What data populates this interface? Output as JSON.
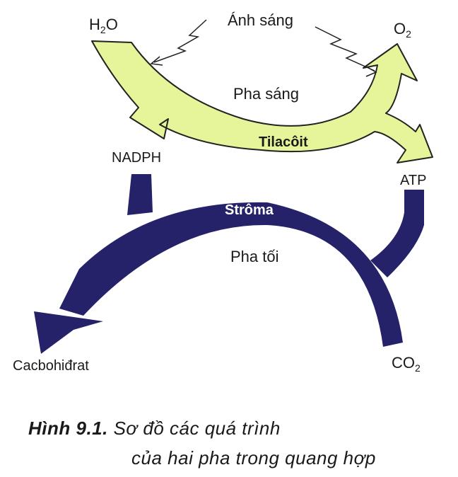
{
  "labels": {
    "h2o_base": "H",
    "h2o_sub": "2",
    "h2o_end": "O",
    "light": "Ánh sáng",
    "o2_base": "O",
    "o2_sub": "2",
    "light_phase": "Pha sáng",
    "thylakoid": "Tilacôit",
    "nadph": "NADPH",
    "atp": "ATP",
    "stroma": "Strôma",
    "dark_phase": "Pha tối",
    "carbohydrate": "Cacbohiđrat",
    "co2_base": "CO",
    "co2_sub": "2"
  },
  "caption": {
    "figure_no": "Hình 9.1.",
    "line1": "Sơ đồ các quá trình",
    "line2": "của hai pha trong quang hợp"
  },
  "colors": {
    "light_band": "#e6f59a",
    "dark_band": "#25226a",
    "outline": "#222222",
    "thylakoid_label": "#1a1a1a",
    "stroma_label": "#ffffff"
  }
}
